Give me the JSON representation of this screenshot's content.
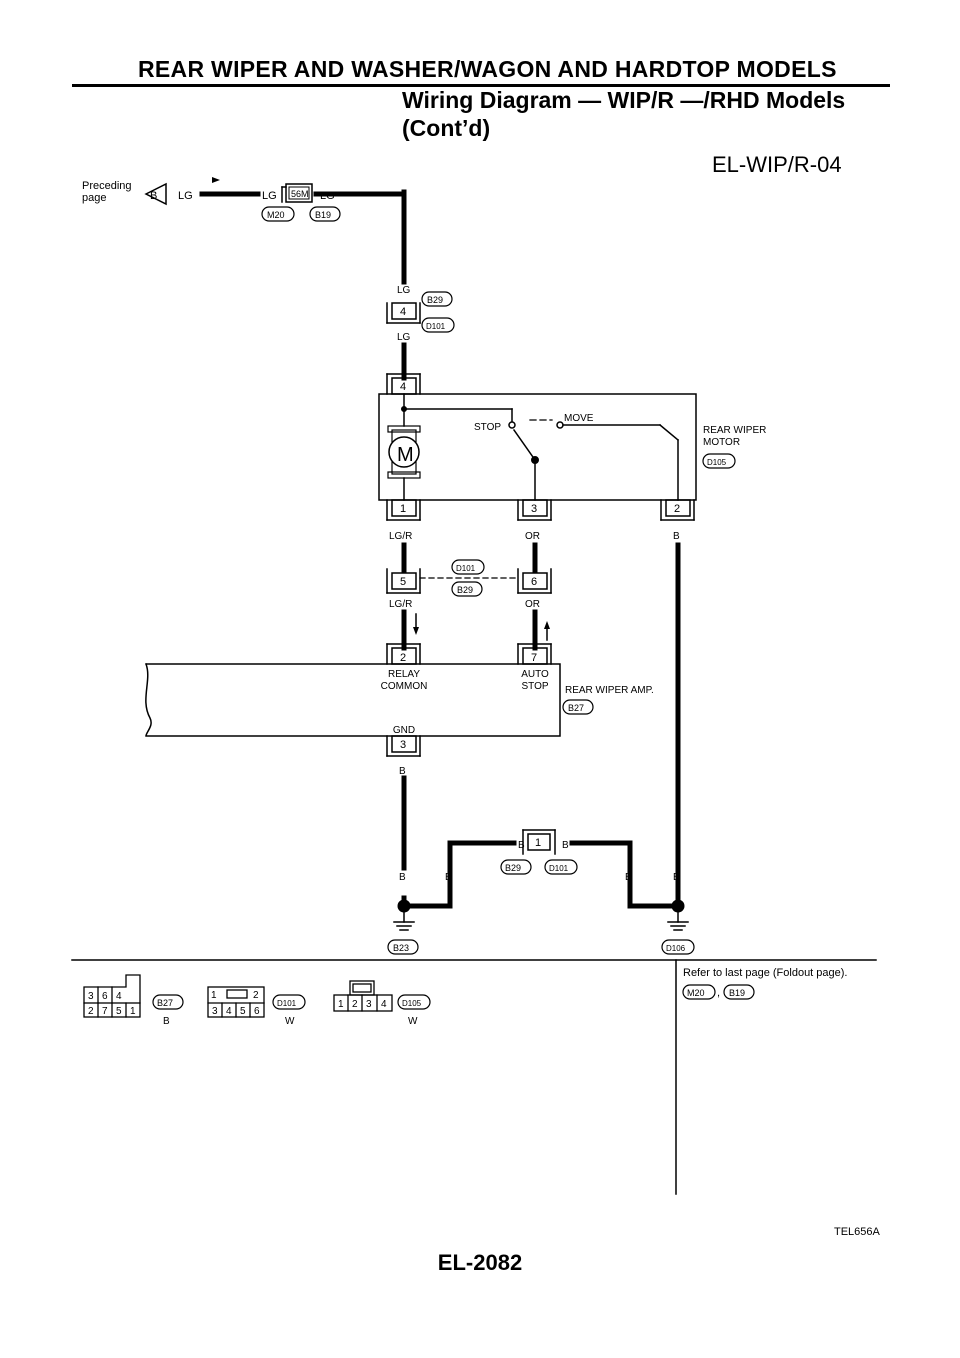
{
  "header": {
    "section_title": "REAR WIPER AND WASHER/WAGON AND HARDTOP MODELS",
    "subtitle_line1": "Wiring Diagram — WIP/R —/RHD Models",
    "subtitle_line2": "(Cont’d)"
  },
  "diagram_id": "EL-WIP/R-04",
  "figure_code": "TEL656A",
  "page_number": "EL-2082",
  "diagram": {
    "preceding_page": [
      "Preceding",
      "page"
    ],
    "wire_colors": {
      "lg": "LG",
      "b": "B",
      "lgr": "LG/R",
      "or": "OR"
    },
    "connectors": {
      "m20": "M20",
      "b19": "B19",
      "b29": "B29",
      "d101": "D101",
      "d105": "D105",
      "b27": "B27",
      "b23": "B23",
      "d106": "D106",
      "code_56m": "56M"
    },
    "pins": {
      "p1": "1",
      "p2": "2",
      "p3": "3",
      "p4": "4",
      "p5": "5",
      "p6": "6",
      "p7": "7"
    },
    "motor": {
      "name_line1": "REAR WIPER",
      "name_line2": "MOTOR",
      "symbol": "M",
      "stop": "STOP",
      "move": "MOVE"
    },
    "amp": {
      "name": "REAR WIPER AMP.",
      "relay_line1": "RELAY",
      "relay_line2": "COMMON",
      "auto_line1": "AUTO",
      "auto_line2": "STOP",
      "gnd": "GND"
    }
  },
  "connector_views": {
    "b27": {
      "rows": [
        [
          "3",
          "6",
          "4"
        ],
        [
          "2",
          "7",
          "5",
          "1"
        ]
      ],
      "color": "B"
    },
    "d101": {
      "rows": [
        [
          "1",
          "2"
        ],
        [
          "3",
          "4",
          "5",
          "6"
        ]
      ],
      "color": "W"
    },
    "d105": {
      "rows": [
        [
          "1",
          "2",
          "3",
          "4"
        ]
      ],
      "color": "W"
    }
  },
  "refer_note": {
    "text": "Refer to last page (Foldout page).",
    "sep": ","
  }
}
